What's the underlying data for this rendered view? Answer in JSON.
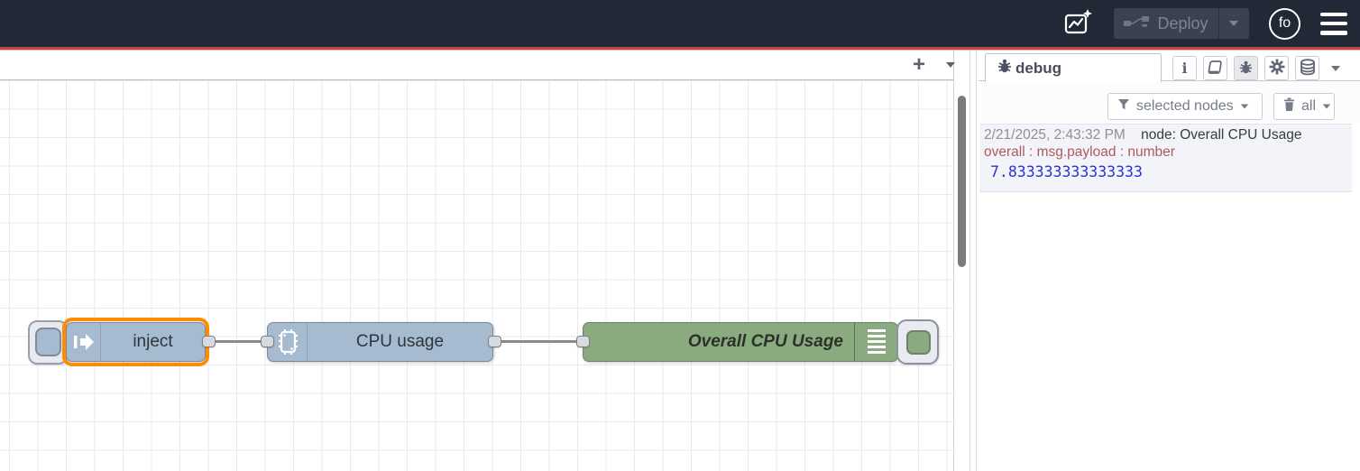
{
  "header": {
    "deploy_label": "Deploy",
    "avatar_label": "fo"
  },
  "workspace": {
    "add_flow_glyph": "+"
  },
  "flow": {
    "nodes": {
      "inject": {
        "label": "inject",
        "type": "inject",
        "color": "#a6bbcf",
        "selected": true
      },
      "cpu": {
        "label": "CPU usage",
        "type": "function",
        "color": "#a6bbcf"
      },
      "debug": {
        "label": "Overall CPU Usage",
        "type": "debug",
        "color": "#8aaa7f"
      }
    },
    "selection_color": "#ff8b00"
  },
  "sidebar": {
    "tab_label": "debug",
    "toolbar": {
      "info_glyph": "i",
      "icons": [
        "info-icon",
        "book-icon",
        "bug-icon",
        "gear-icon",
        "database-icon"
      ],
      "active_icon": "bug-icon"
    },
    "filter": {
      "selected_nodes_label": "selected nodes",
      "clear_all_label": "all"
    },
    "messages": [
      {
        "timestamp": "2/21/2025, 2:43:32 PM",
        "node_label": "node: Overall CPU Usage",
        "property": "overall : msg.payload : number",
        "value": "7.833333333333333"
      }
    ]
  },
  "colors": {
    "header_bg": "#212936",
    "accent_line": "#cb4141",
    "debug_property_text": "#ad5a5e",
    "debug_value_text": "#2c35cf",
    "grid_line": "#e8eaf2"
  }
}
